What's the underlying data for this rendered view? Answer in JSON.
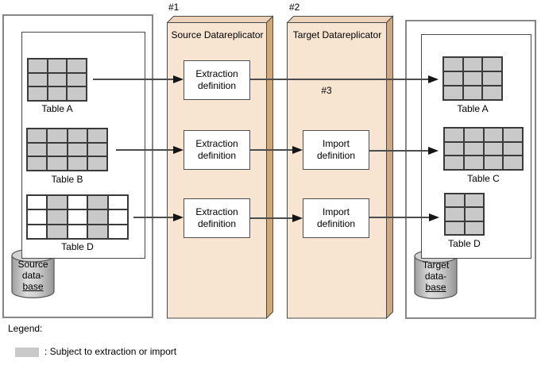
{
  "diagram": {
    "step_labels": {
      "s1": "#1",
      "s2": "#2",
      "s3": "#3"
    },
    "source_replicator": {
      "title": "Source Datareplicator",
      "definitions": [
        "Extraction definition",
        "Extraction definition",
        "Extraction definition"
      ]
    },
    "target_replicator": {
      "title": "Target Datareplicator",
      "definitions": [
        "Import definition",
        "Import definition"
      ]
    },
    "source_side": {
      "tables": [
        {
          "label": "Table A",
          "cols": 3,
          "rows": 3,
          "shaded": "all"
        },
        {
          "label": "Table B",
          "cols": 4,
          "rows": 3,
          "shaded": "all"
        },
        {
          "label": "Table D",
          "cols": 5,
          "rows": 3,
          "shaded_cols": [
            1,
            3
          ]
        }
      ],
      "database_label_lines": [
        "Source",
        "data-",
        "base"
      ]
    },
    "target_side": {
      "tables": [
        {
          "label": "Table A",
          "cols": 3,
          "rows": 3,
          "shaded": "all"
        },
        {
          "label": "Table C",
          "cols": 4,
          "rows": 3,
          "shaded": "all"
        },
        {
          "label": "Table D",
          "cols": 2,
          "rows": 3,
          "shaded": "all"
        }
      ],
      "database_label_lines": [
        "Target",
        "data-",
        "base"
      ]
    }
  },
  "legend": {
    "title": "Legend:",
    "entries": [
      {
        "swatch_color": "#c9c9c9",
        "text": ": Subject to extraction or import"
      }
    ]
  },
  "colors": {
    "table_shaded": "#c9c9c9",
    "replicator_front": "#f7e4d1",
    "replicator_top": "#ecd2b8",
    "replicator_side": "#d2a878",
    "arrow_line": "#4d4d4d"
  }
}
